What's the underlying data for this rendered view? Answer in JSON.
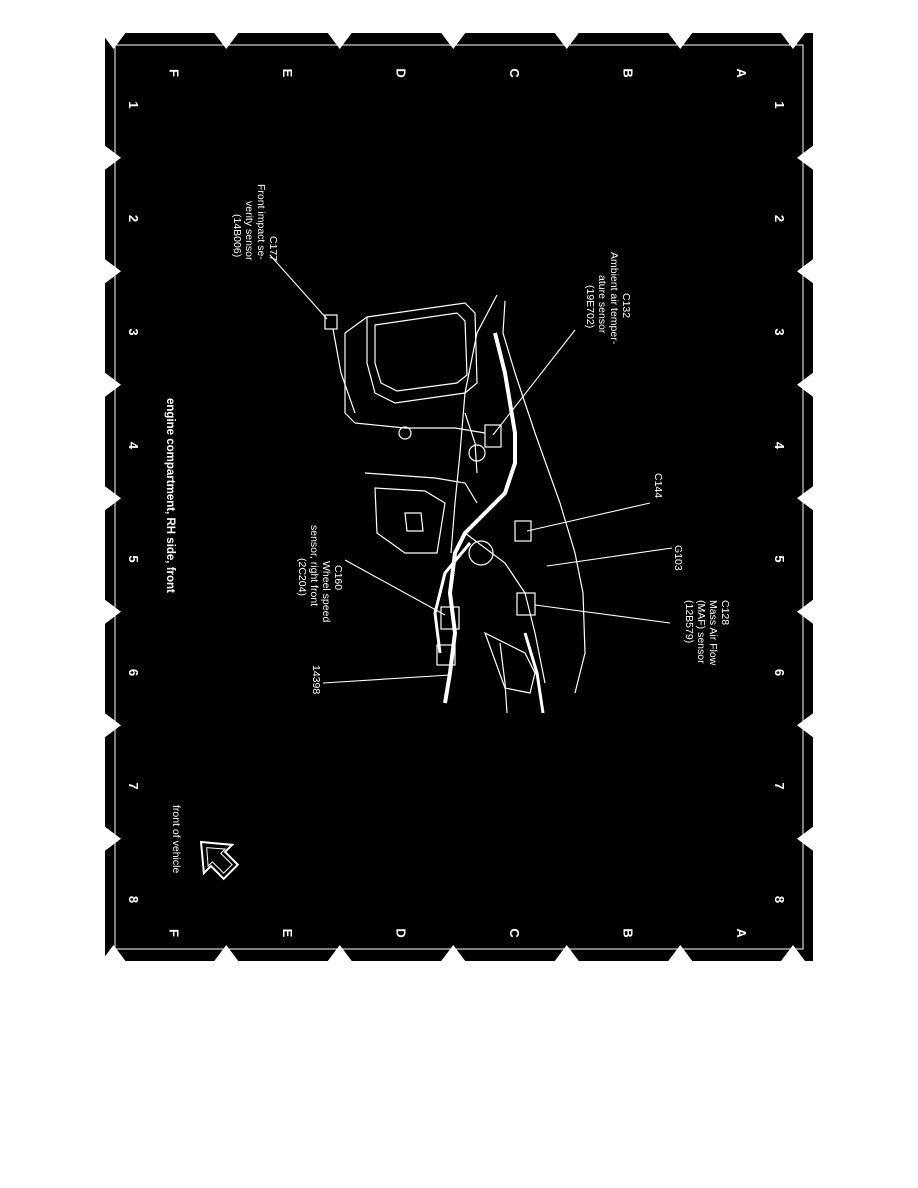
{
  "colors": {
    "background": "#000000",
    "line": "#ffffff",
    "page": "#ffffff"
  },
  "grid": {
    "rows": [
      "A",
      "B",
      "C",
      "D",
      "E",
      "F"
    ],
    "cols": [
      "1",
      "2",
      "3",
      "4",
      "5",
      "6",
      "7",
      "8"
    ]
  },
  "caption": "engine compartment, RH side, front",
  "front_note": "front of vehicle",
  "front_icon": "arrow-icon",
  "callouts": [
    {
      "id": "c128",
      "lines": [
        "C128",
        "Mass Air Flow",
        "(MAF) sensor",
        "(12B579)"
      ]
    },
    {
      "id": "g103",
      "lines": [
        "G103"
      ]
    },
    {
      "id": "c144",
      "lines": [
        "C144"
      ]
    },
    {
      "id": "c132",
      "lines": [
        "C132",
        "Ambient air temper-",
        "ature sensor",
        "(19E702)"
      ]
    },
    {
      "id": "c177",
      "lines": [
        "C177",
        "Front impact se-",
        "verity sensor",
        "(14B006)"
      ]
    },
    {
      "id": "c160",
      "lines": [
        "C160",
        "Wheel speed",
        "sensor, right front",
        "(2C204)"
      ]
    },
    {
      "id": "h14398",
      "lines": [
        "14398"
      ]
    }
  ]
}
